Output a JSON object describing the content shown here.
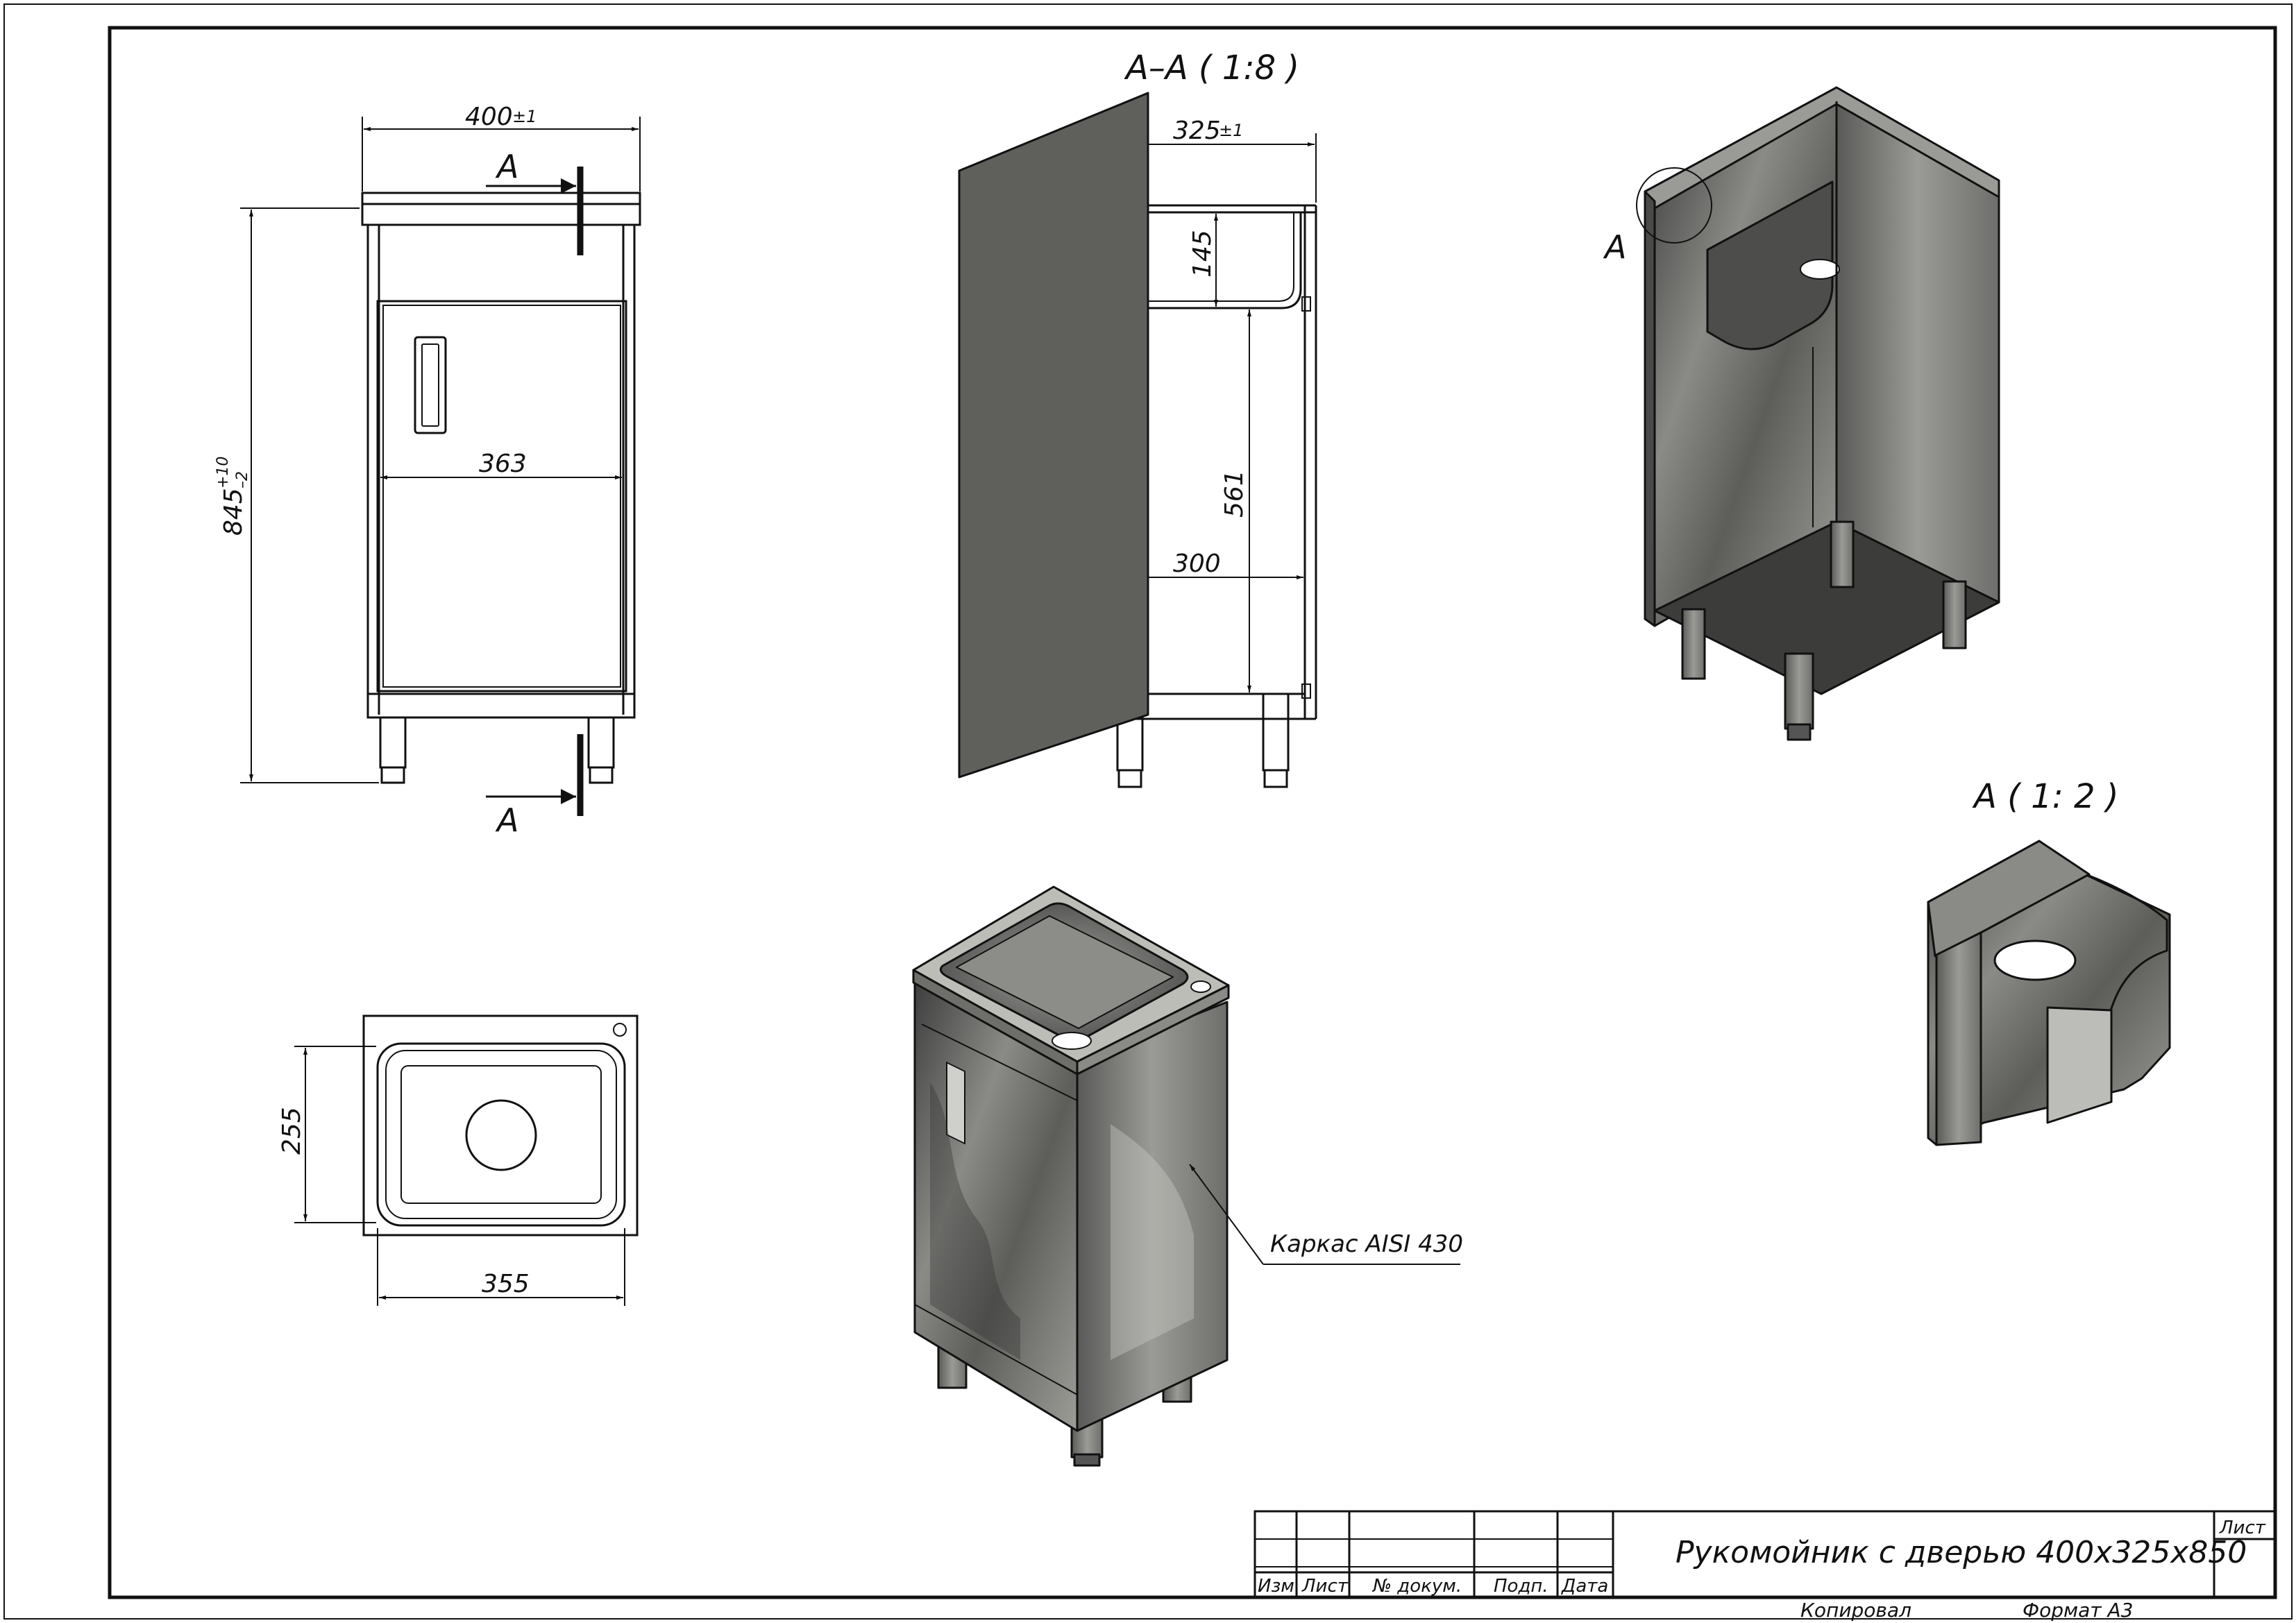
{
  "sheet": {
    "section_title": "А–А ( 1:8 )",
    "detail_title": "А ( 1: 2 )",
    "section_marker": "А",
    "format": "Формат А3",
    "copied": "Копировал"
  },
  "front_view": {
    "dim_width": "400",
    "dim_width_tol": "±1",
    "dim_height": "845",
    "dim_height_tol_upper": "+10",
    "dim_height_tol_lower": "–2",
    "dim_door_width": "363"
  },
  "section_view": {
    "dim_depth": "325",
    "dim_depth_tol": "±1",
    "dim_bowl_depth": "145",
    "dim_inner_height": "561",
    "dim_inner_depth": "300"
  },
  "top_view": {
    "dim_bowl_width": "355",
    "dim_bowl_depth": "255"
  },
  "iso_view": {
    "callout": "Каркас AISI 430"
  },
  "title_block": {
    "title": "Рукомойник с дверью 400x325x850",
    "col_izm": "Изм.",
    "col_list": "Лист",
    "col_doc": "№ докум.",
    "col_sign": "Подп.",
    "col_date": "Дата",
    "sheet_label": "Лист"
  },
  "colors": {
    "line": "#111111",
    "steel_dark": "#4a4a4a",
    "steel_mid": "#8c8c8c",
    "steel_light": "#cfcfcf"
  }
}
